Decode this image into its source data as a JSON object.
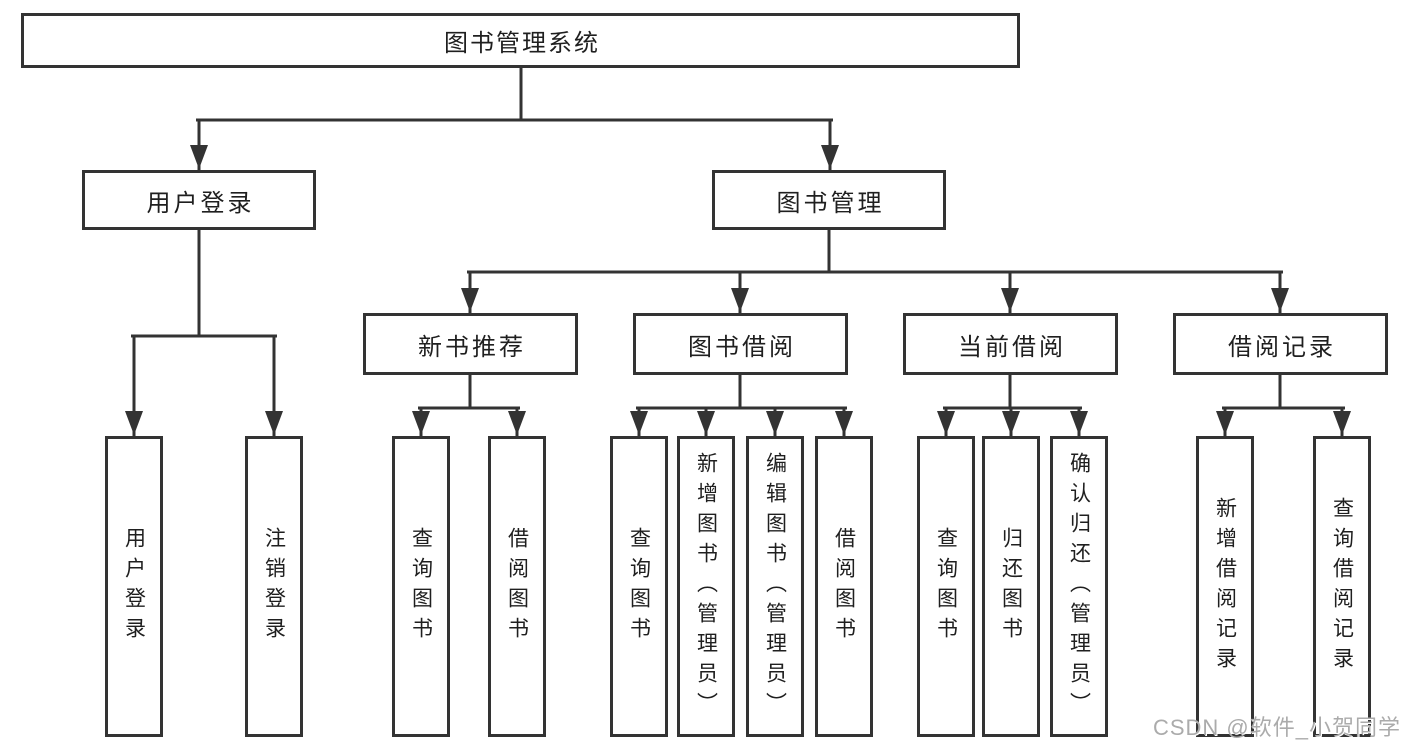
{
  "tree": {
    "root": "图书管理系统",
    "branches": [
      {
        "label": "用户登录",
        "children": [
          "用户登录",
          "注销登录"
        ]
      },
      {
        "label": "图书管理",
        "sections": [
          {
            "label": "新书推荐",
            "children": [
              "查询图书",
              "借阅图书"
            ]
          },
          {
            "label": "图书借阅",
            "children": [
              "查询图书",
              "新增图书（管理员）",
              "编辑图书（管理员）",
              "借阅图书"
            ]
          },
          {
            "label": "当前借阅",
            "children": [
              "查询图书",
              "归还图书",
              "确认归还（管理员）"
            ]
          },
          {
            "label": "借阅记录",
            "children": [
              "新增借阅记录",
              "查询借阅记录"
            ]
          }
        ]
      }
    ]
  },
  "watermark": {
    "text": "CSDN @软件_小贺同学"
  },
  "colors": {
    "line": "#333333",
    "box_border": "#333333",
    "text": "#1f1f1f",
    "watermark": "#ababab",
    "background": "#ffffff"
  }
}
